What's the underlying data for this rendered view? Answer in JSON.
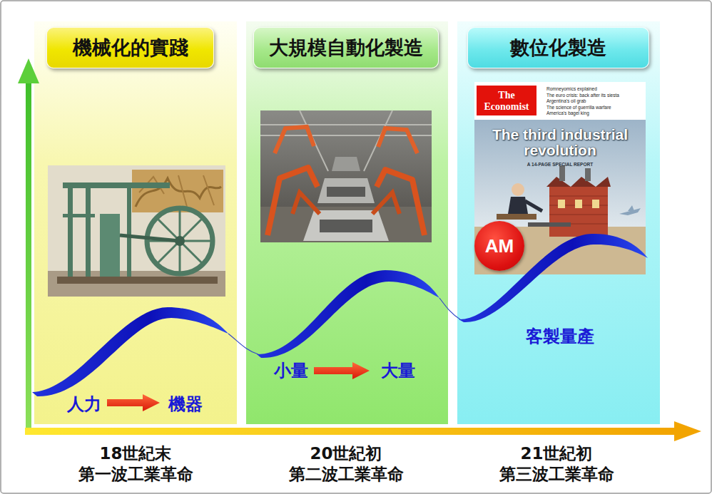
{
  "diagram": {
    "nodes": [
      {
        "text": [
          "人力",
          "機器"
        ]
      },
      {
        "text": [
          "機械化的實踐"
        ],
        "in": 0
      },
      {
        "text": [
          "小量",
          "大量"
        ]
      },
      {
        "text": [
          "大規模自動化製造"
        ],
        "in": 2
      },
      {
        "text": [
          "客製量產"
        ]
      },
      {
        "text": [
          "數位化製造"
        ],
        "in": 4
      },
      {
        "text": [
          "AM"
        ],
        "in": 4
      }
    ],
    "labels": [
      "The Economist",
      "Romneyomics explained",
      "The euro crisis: back after its siesta",
      "Argentina's oil grab",
      "The science of guerrilla warfare",
      "America's bagel king",
      "The third industrial revolution",
      "A 14-PAGE SPECIAL REPORT",
      "18世紀末",
      "第一波工業革命",
      "20世紀初",
      "第二波工業革命",
      "21世紀初",
      "第三波工業革命"
    ]
  }
}
